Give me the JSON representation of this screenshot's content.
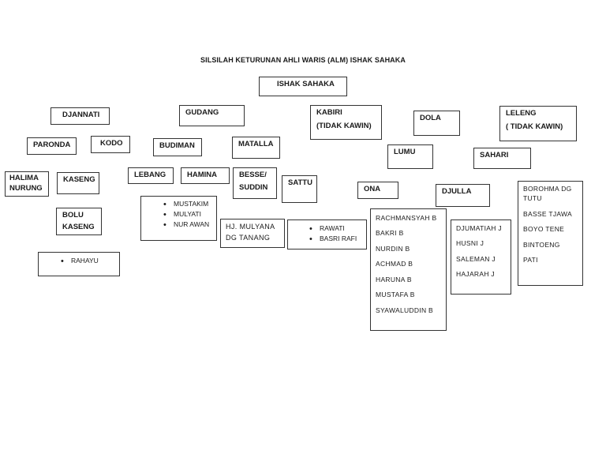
{
  "title": "SILSILAH KETURUNAN AHLI WARIS (ALM) ISHAK SAHAKA",
  "root": "ISHAK SAHAKA",
  "gen1": {
    "djannati": "DJANNATI",
    "gudang": "GUDANG",
    "kabiri": [
      "KABIRI",
      "(TIDAK KAWIN)"
    ],
    "dola": "DOLA",
    "leleng": [
      "LELENG",
      "( TIDAK KAWIN)"
    ]
  },
  "gen2": {
    "paronda": "PARONDA",
    "kodo": "KODO",
    "budiman": "BUDIMAN",
    "matalla": "MATALLA",
    "lumu": "LUMU",
    "sahari": "SAHARI"
  },
  "gen3": {
    "halima": [
      "HALIMA",
      "NURUNG"
    ],
    "kaseng": "KASENG",
    "lebang": "LEBANG",
    "hamina": "HAMINA",
    "besse": [
      "BESSE/",
      "SUDDIN"
    ],
    "sattu": "SATTU",
    "ona": "ONA",
    "djulla": "DJULLA"
  },
  "gen4": {
    "bolu_kaseng": [
      "BOLU",
      "KASENG"
    ],
    "rahayu": [
      "RAHAYU"
    ],
    "hamina_children": [
      "MUSTAKIM",
      "MULYATI",
      "NUR AWAN"
    ],
    "hj_mulyana": [
      "HJ. MULYANA",
      "DG TANANG"
    ],
    "sattu_children": [
      "RAWATI",
      "BASRI RAFI"
    ],
    "ona_children": [
      "RACHMANSYAH B",
      "BAKRI B",
      "NURDIN B",
      "ACHMAD B",
      "HARUNA B",
      "MUSTAFA B",
      "SYAWALUDDIN B"
    ],
    "djulla_children": [
      "DJUMATIAH J",
      "HUSNI J",
      "SALEMAN J",
      "HAJARAH J"
    ],
    "sahari_children": [
      "BOROHMA DG",
      "TUTU",
      "BASSE TJAWA",
      "BOYO TENE",
      "BINTOENG",
      "PATI"
    ]
  }
}
